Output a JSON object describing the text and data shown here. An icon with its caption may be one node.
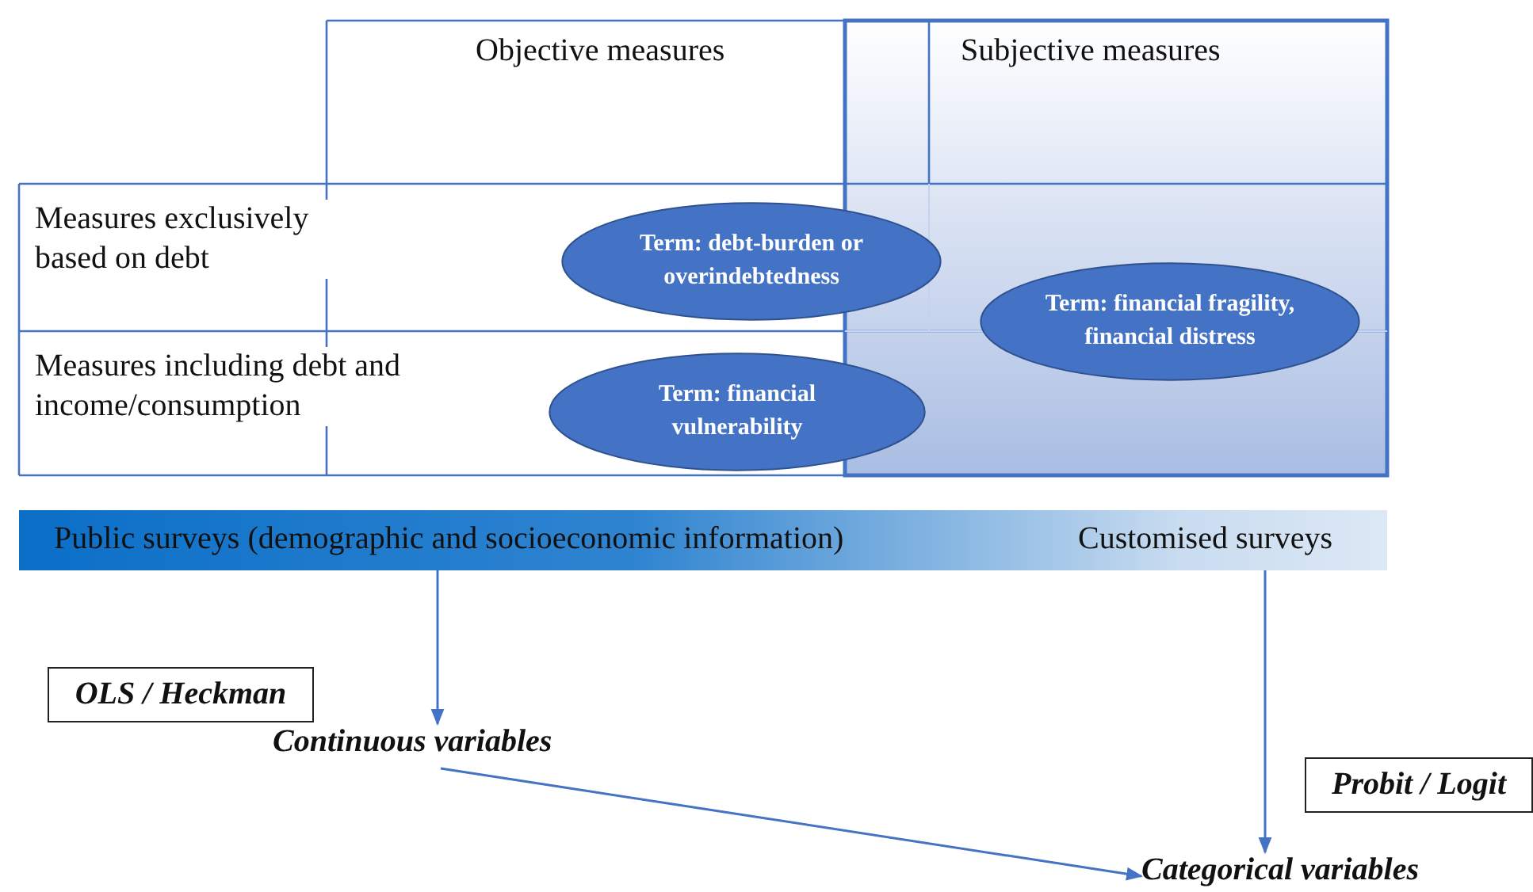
{
  "diagram": {
    "nodes": [
      {
        "text": [
          "Term: debt-burden or overindebtedness"
        ]
      },
      {
        "text": [
          "Term: financial fragility, financial distress"
        ]
      },
      {
        "text": [
          "Term: financial vulnerability"
        ]
      },
      {
        "text": [
          "Public surveys (demographic and socioeconomic information)",
          "Customised surveys"
        ]
      },
      {
        "text": [
          "OLS / Heckman"
        ]
      },
      {
        "text": [
          "Continuous variables"
        ]
      },
      {
        "text": [
          "Probit / Logit"
        ]
      },
      {
        "text": [
          "Categorical variables"
        ]
      }
    ],
    "edges": [
      {
        "from": 3,
        "to": 5,
        "arrow": "to"
      },
      {
        "from": 3,
        "to": 7,
        "arrow": "to"
      },
      {
        "from": 5,
        "to": 7,
        "arrow": "to"
      }
    ],
    "labels": [
      "Objective measures",
      "Subjective measures",
      "Measures exclusively based on debt",
      "Measures including debt and income/consumption"
    ]
  }
}
